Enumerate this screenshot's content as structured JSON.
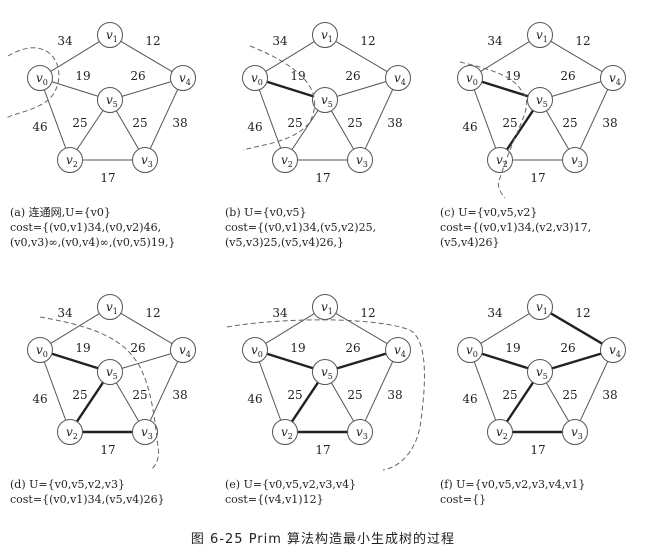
{
  "nodes": [
    {
      "id": "v0",
      "label": "v",
      "sub": "0"
    },
    {
      "id": "v1",
      "label": "v",
      "sub": "1"
    },
    {
      "id": "v2",
      "label": "v",
      "sub": "2"
    },
    {
      "id": "v3",
      "label": "v",
      "sub": "3"
    },
    {
      "id": "v4",
      "label": "v",
      "sub": "4"
    },
    {
      "id": "v5",
      "label": "v",
      "sub": "5"
    }
  ],
  "edges": [
    {
      "from": "v0",
      "to": "v1",
      "weight": "34"
    },
    {
      "from": "v1",
      "to": "v4",
      "weight": "12"
    },
    {
      "from": "v0",
      "to": "v5",
      "weight": "19"
    },
    {
      "from": "v5",
      "to": "v4",
      "weight": "26"
    },
    {
      "from": "v0",
      "to": "v2",
      "weight": "46"
    },
    {
      "from": "v5",
      "to": "v2",
      "weight": "25"
    },
    {
      "from": "v5",
      "to": "v3",
      "weight": "25"
    },
    {
      "from": "v4",
      "to": "v3",
      "weight": "38"
    },
    {
      "from": "v2",
      "to": "v3",
      "weight": "17"
    }
  ],
  "panels": [
    {
      "tree_edges": [],
      "caption_lines": [
        "(a) 连通网,U={v0}",
        "cost={(v0,v1)34,(v0,v2)46,",
        "(v0,v3)∞,(v0,v4)∞,(v0,v5)19,}"
      ]
    },
    {
      "tree_edges": [
        [
          "v0",
          "v5"
        ]
      ],
      "caption_lines": [
        "(b) U={v0,v5}",
        "cost={(v0,v1)34,(v5,v2)25,",
        "(v5,v3)25,(v5,v4)26,}"
      ]
    },
    {
      "tree_edges": [
        [
          "v0",
          "v5"
        ],
        [
          "v5",
          "v2"
        ]
      ],
      "caption_lines": [
        "(c) U={v0,v5,v2}",
        "cost={(v0,v1)34,(v2,v3)17,",
        "(v5,v4)26}"
      ]
    },
    {
      "tree_edges": [
        [
          "v0",
          "v5"
        ],
        [
          "v5",
          "v2"
        ],
        [
          "v2",
          "v3"
        ]
      ],
      "caption_lines": [
        "(d) U={v0,v5,v2,v3}",
        "cost={(v0,v1)34,(v5,v4)26}"
      ]
    },
    {
      "tree_edges": [
        [
          "v0",
          "v5"
        ],
        [
          "v5",
          "v2"
        ],
        [
          "v2",
          "v3"
        ],
        [
          "v5",
          "v4"
        ]
      ],
      "caption_lines": [
        "(e) U={v0,v5,v2,v3,v4}",
        "cost={(v4,v1)12}"
      ]
    },
    {
      "tree_edges": [
        [
          "v0",
          "v5"
        ],
        [
          "v5",
          "v2"
        ],
        [
          "v2",
          "v3"
        ],
        [
          "v5",
          "v4"
        ],
        [
          "v1",
          "v4"
        ]
      ],
      "caption_lines": [
        "(f) U={v0,v5,v2,v3,v4,v1}",
        "cost={}"
      ]
    }
  ],
  "figure_caption": "图 6-25    Prim 算法构造最小生成树的过程",
  "colors": {
    "line": "#555555",
    "tree_line": "#222222",
    "text": "#222222",
    "cut": "#666666"
  }
}
